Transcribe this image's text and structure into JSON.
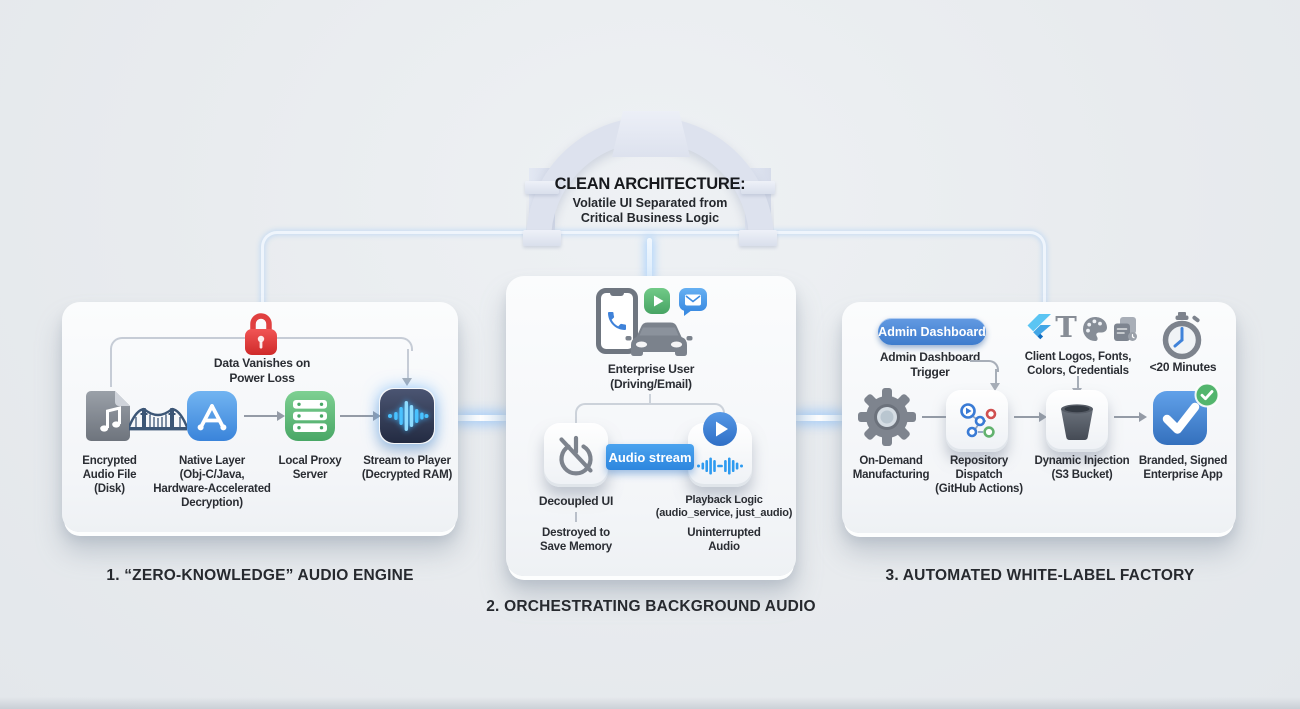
{
  "arch": {
    "title": "CLEAN ARCHITECTURE:",
    "subtitle": "Volatile UI Separated from\nCritical Business Logic"
  },
  "audio_engine": {
    "caption": "1. “ZERO-KNOWLEDGE” AUDIO ENGINE",
    "loop_note": "Data Vanishes on\nPower Loss",
    "encrypted_file": "Encrypted\nAudio File\n(Disk)",
    "native_layer": "Native Layer\n(Obj-C/Java,\nHardware-Accelerated\nDecryption)",
    "local_proxy": "Local Proxy\nServer",
    "stream_player": "Stream to Player\n(Decrypted RAM)"
  },
  "background_audio": {
    "caption": "2. ORCHESTRATING BACKGROUND AUDIO",
    "enterprise_user": "Enterprise User\n(Driving/Email)",
    "audio_stream": "Audio stream",
    "decoupled_ui": "Decoupled UI",
    "decoupled_sub": "Destroyed to\nSave Memory",
    "playback_logic": "Playback Logic\n(audio_service, just_audio)",
    "playback_sub": "Uninterrupted\nAudio"
  },
  "white_label": {
    "caption": "3. AUTOMATED WHITE-LABEL FACTORY",
    "admin_button": "Admin Dashboard",
    "admin_trigger": "Admin Dashboard\nTrigger",
    "client_assets": "Client Logos, Fonts,\nColors, Credentials",
    "time": "<20 Minutes",
    "on_demand": "On-Demand\nManufacturing",
    "repo_dispatch": "Repository\nDispatch\n(GitHub Actions)",
    "dynamic_injection": "Dynamic Injection\n(S3 Bucket)",
    "branded_app": "Branded, Signed\nEnterprise App"
  },
  "colors": {
    "accent_blue": "#3b82d8",
    "lock_red": "#e23333",
    "server_green": "#4aa967",
    "navy": "#2b3650",
    "badge_blue": "#3898ec",
    "success_green": "#53b56d"
  }
}
